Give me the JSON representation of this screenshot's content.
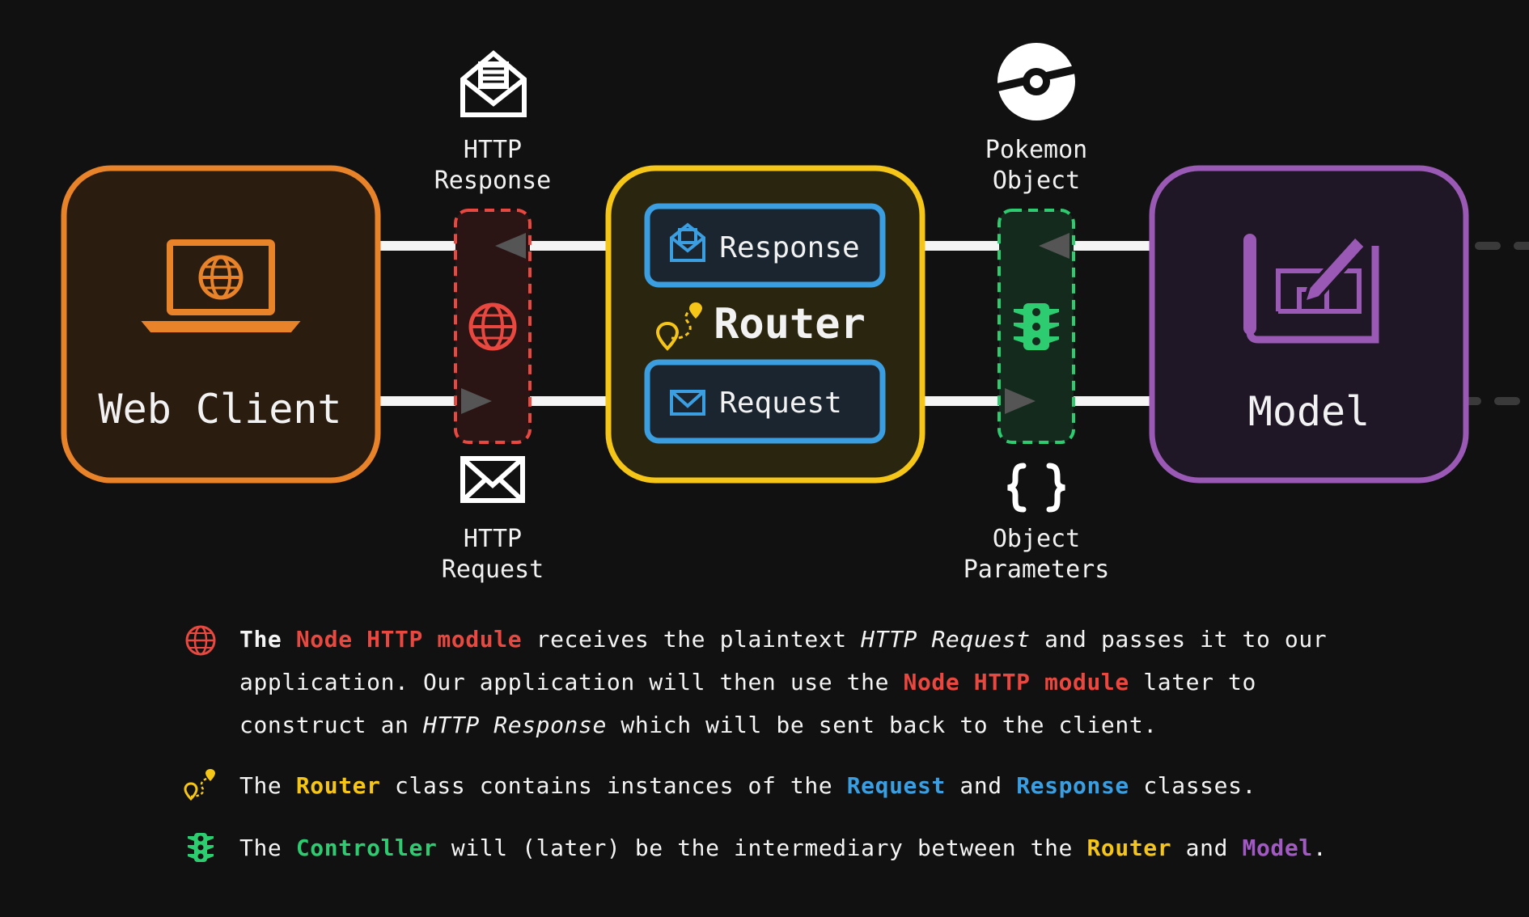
{
  "nodes": {
    "web_client": "Web Client",
    "router": "Router",
    "model": "Model",
    "response_box": "Response",
    "request_box": "Request"
  },
  "labels": {
    "http_response": [
      "HTTP",
      "Response"
    ],
    "http_request": [
      "HTTP",
      "Request"
    ],
    "pokemon_object": [
      "Pokemon",
      "Object"
    ],
    "object_parameters": [
      "Object",
      "Parameters"
    ]
  },
  "notes": [
    {
      "icon": "globe-icon",
      "line1": {
        "a": "The ",
        "b": "Node HTTP module",
        "c": " receives the plaintext ",
        "d": "HTTP Request",
        "e": " and passes it to our"
      },
      "line2": {
        "a": "application. Our application will then use the ",
        "b": "Node HTTP module",
        "c": " later to"
      },
      "line3": {
        "a": "construct an ",
        "b": "HTTP Response",
        "c": " which will be sent back to the client."
      }
    },
    {
      "icon": "route-icon",
      "a": "The ",
      "b": "Router",
      "c": " class contains instances of the ",
      "d": "Request",
      "e": " and ",
      "f": "Response",
      "g": " classes."
    },
    {
      "icon": "traffic-light-icon",
      "a": "The ",
      "b": "Controller",
      "c": " will (later) be the intermediary between the ",
      "d": "Router",
      "e": " and ",
      "f": "Model",
      "g": "."
    }
  ],
  "colors": {
    "web_client": "#e8832a",
    "router": "#f5c518",
    "model": "#9b59b6",
    "http_module": "#e8483f",
    "request_response": "#3b9ee0",
    "controller": "#2ecc71",
    "background": "#111111"
  }
}
